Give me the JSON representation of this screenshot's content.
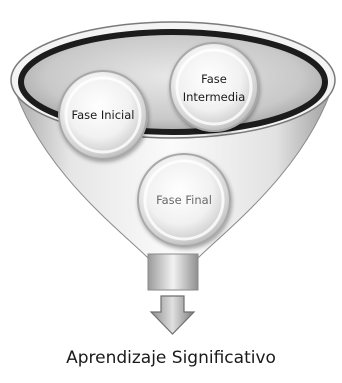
{
  "phases": {
    "initial": "Fase Inicial",
    "intermediate_line1": "Fase",
    "intermediate_line2": "Intermedia",
    "final": "Fase Final"
  },
  "result": "Aprendizaje Significativo",
  "colors": {
    "funnel_rim": "#1c1c1c",
    "funnel_fill": "#d6d6d6",
    "circle_fill": "#efefef",
    "label_dark": "#1a1a1a",
    "label_light": "#6a6a6a",
    "arrow_fill": "#b8b8b8"
  }
}
